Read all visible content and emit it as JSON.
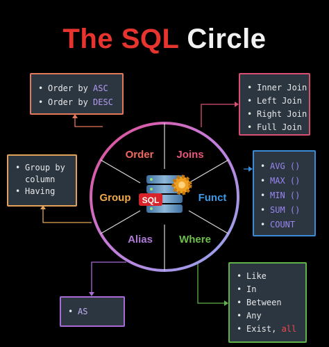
{
  "title": {
    "part1": "The SQL",
    "part2": "Circle"
  },
  "colors": {
    "title_red": "#e8342e",
    "order": "#f06a5e",
    "joins": "#e8577a",
    "group": "#f2a94a",
    "funct": "#3b9be8",
    "alias": "#b07ad8",
    "where": "#6cc04a"
  },
  "center_icon": {
    "name": "sql-database-gear-icon",
    "label": "SQL"
  },
  "segments": {
    "order": "Order",
    "joins": "Joins",
    "group": "Group",
    "funct": "Funct",
    "alias": "Alias",
    "where": "Where"
  },
  "boxes": {
    "order": {
      "items": [
        {
          "text": "Order by ",
          "kw": "ASC"
        },
        {
          "text": "Order by ",
          "kw": "DESC"
        }
      ]
    },
    "joins": {
      "items": [
        "Inner Join",
        "Left Join",
        "Right Join",
        "Full Join"
      ]
    },
    "group": {
      "items": [
        "Group by column",
        "Having"
      ]
    },
    "funct": {
      "items": [
        "AVG ()",
        "MAX ()",
        "MIN ()",
        "SUM ()",
        "COUNT"
      ]
    },
    "alias": {
      "items": [
        "AS"
      ]
    },
    "where": {
      "items": [
        {
          "text": "Like"
        },
        {
          "text": "In"
        },
        {
          "text": "Between"
        },
        {
          "text": "Any"
        },
        {
          "text": "Exist, ",
          "kw": "all"
        }
      ]
    }
  }
}
